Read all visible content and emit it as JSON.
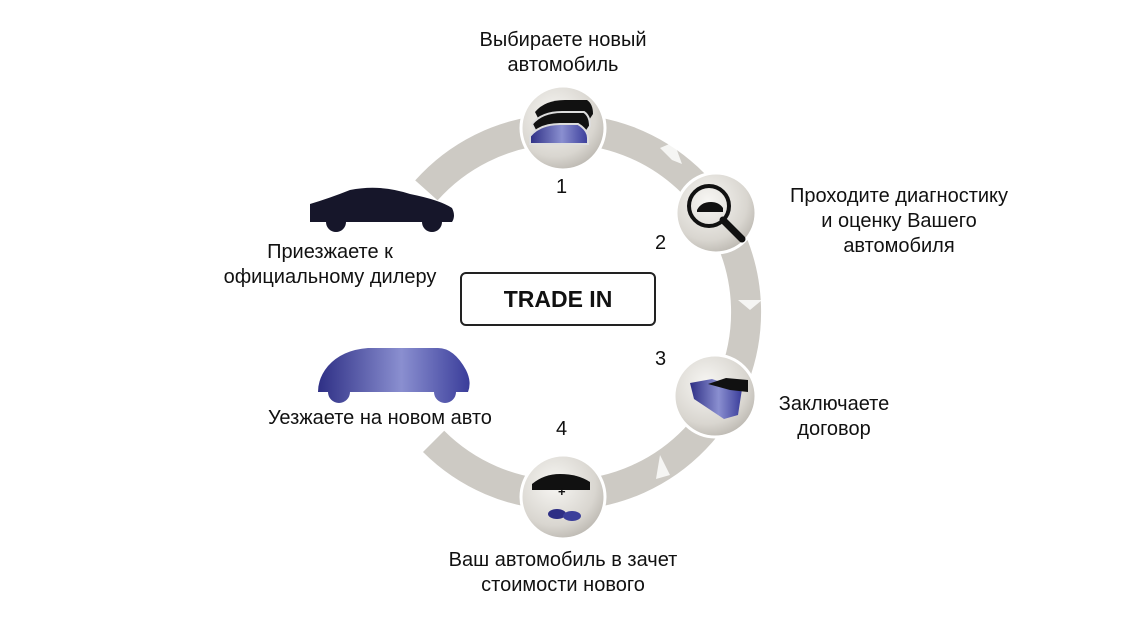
{
  "title": "TRADE IN",
  "steps": [
    {
      "number": "1",
      "label_line1": "Выбираете новый",
      "label_line2": "автомобиль",
      "icon": "cars-icon"
    },
    {
      "number": "2",
      "label_line1": "Проходите диагностику",
      "label_line2": "и оценку Вашего",
      "label_line3": "автомобиля",
      "icon": "magnifier-car-icon"
    },
    {
      "number": "3",
      "label_line1": "Заключаете",
      "label_line2": "договор",
      "icon": "handshake-icon"
    },
    {
      "number": "4",
      "label_line1": "Ваш автомобиль в зачет",
      "label_line2": "стоимости нового",
      "icon": "car-plus-coins-icon"
    }
  ],
  "start": {
    "label_line1": "Приезжаете к",
    "label_line2": "официальному дилеру"
  },
  "finish": {
    "label": "Уезжаете на новом авто"
  },
  "plus_sign": "+",
  "colors": {
    "ring": "#cdcac4",
    "dark": "#1a1a2e",
    "blue": "#3b3f9a"
  }
}
